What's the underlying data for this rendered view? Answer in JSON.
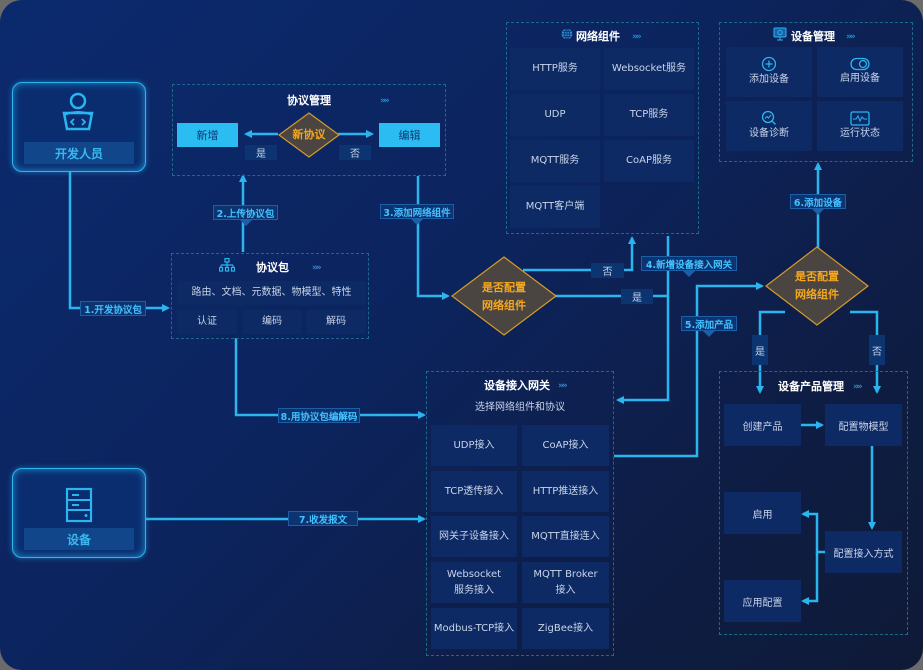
{
  "actors": {
    "developer": {
      "label": "开发人员",
      "icon": "developer-code-icon"
    },
    "device": {
      "label": "设备",
      "icon": "server-icon"
    }
  },
  "protocol_mgmt": {
    "title": "协议管理",
    "new_label": "新增",
    "edit_label": "编辑",
    "decision": "新协议",
    "yes": "是",
    "no": "否"
  },
  "protocol_pkg": {
    "title": "协议包",
    "icon": "hierarchy-icon",
    "features": "路由、文档、元数据、物模型、特性",
    "items": [
      "认证",
      "编码",
      "解码"
    ]
  },
  "network_components": {
    "title": "网络组件",
    "icon": "globe-icon",
    "items": [
      "HTTP服务",
      "Websocket服务",
      "UDP",
      "TCP服务",
      "MQTT服务",
      "CoAP服务",
      "MQTT客户端"
    ]
  },
  "device_mgmt": {
    "title": "设备管理",
    "icon": "monitor-icon",
    "items": [
      {
        "label": "添加设备",
        "icon": "plus-circle-icon"
      },
      {
        "label": "启用设备",
        "icon": "toggle-icon"
      },
      {
        "label": "设备诊断",
        "icon": "search-chart-icon"
      },
      {
        "label": "运行状态",
        "icon": "pulse-monitor-icon"
      }
    ]
  },
  "gateway": {
    "title": "设备接入网关",
    "subtitle": "选择网络组件和协议",
    "items": [
      "UDP接入",
      "CoAP接入",
      "TCP透传接入",
      "HTTP推送接入",
      "网关子设备接入",
      "MQTT直接连入",
      "Websocket\n服务接入",
      "MQTT Broker\n接入",
      "Modbus-TCP接入",
      "ZigBee接入"
    ]
  },
  "product_mgmt": {
    "title": "设备产品管理",
    "create": "创建产品",
    "thing_model": "配置物模型",
    "enable": "启用",
    "access_mode": "配置接入方式",
    "apply": "应用配置"
  },
  "decisions": {
    "net_config_1": {
      "line1": "是否配置",
      "line2": "网络组件",
      "yes": "是",
      "no": "否"
    },
    "net_config_2": {
      "line1": "是否配置",
      "line2": "网络组件",
      "yes": "是",
      "no": "否"
    }
  },
  "steps": {
    "s1": "1.开发协议包",
    "s2": "2.上传协议包",
    "s3": "3.添加网络组件",
    "s4": "4.新增设备接入网关",
    "s5": "5.添加产品",
    "s6": "6.添加设备",
    "s7": "7.收发报文",
    "s8": "8.用协议包编解码"
  },
  "colors": {
    "line": "#2bb5ef",
    "decision_fill": "#4a4540",
    "decision_stroke": "#d69a2a",
    "decision_text": "#f3a61f",
    "accent_button": "#2bbcf2"
  }
}
